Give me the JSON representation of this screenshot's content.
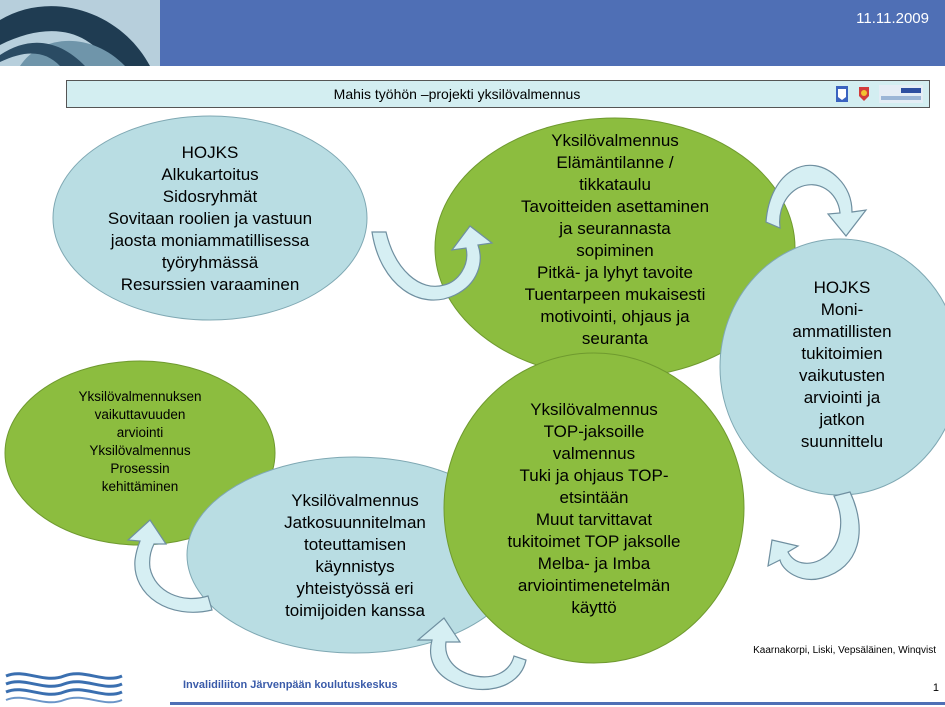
{
  "header": {
    "date": "11.11.2009"
  },
  "title_bar": {
    "title": "Mahis työhön –projekti yksilövalmennus"
  },
  "bubbles": {
    "hojks1": {
      "lines": [
        "HOJKS",
        "Alkukartoitus",
        "Sidosryhmät",
        "Sovitaan roolien ja vastuun",
        "jaosta moniammatillisessa",
        "työryhmässä",
        "Resurssien varaaminen"
      ]
    },
    "yksilo1": {
      "lines": [
        "Yksilövalmennus",
        "Elämäntilanne /",
        "tikkataulu",
        "Tavoitteiden asettaminen",
        "ja seurannasta",
        "sopiminen",
        "Pitkä- ja lyhyt tavoite",
        "Tuentarpeen mukaisesti",
        "motivointi, ohjaus ja",
        "seuranta"
      ]
    },
    "hojks2": {
      "lines": [
        "HOJKS",
        "Moni-",
        "ammatillisten",
        "tukitoimien",
        "vaikutusten",
        "arviointi ja",
        "jatkon",
        "suunnittelu"
      ]
    },
    "top": {
      "lines": [
        "Yksilövalmennus",
        "TOP-jaksoille",
        "valmennus",
        "Tuki ja ohjaus TOP-",
        "etsintään",
        "Muut tarvittavat",
        "tukitoimet TOP jaksolle",
        "Melba- ja Imba",
        "arviointimenetelmän",
        "käyttö"
      ]
    },
    "jatko": {
      "lines": [
        "Yksilövalmennus",
        "Jatkosuunnitelman",
        "toteuttamisen",
        "käynnistys",
        "yhteistyössä eri",
        "toimijoiden kanssa"
      ]
    },
    "arviointi": {
      "lines": [
        "Yksilövalmennuksen",
        "vaikuttavuuden",
        "arviointi",
        "Yksilövalmennus",
        "Prosessin",
        "kehittäminen"
      ]
    }
  },
  "credits": "Kaarnakorpi, Liski, Vepsäläinen, Winqvist",
  "footer": {
    "organization": "Invalidiliiton Järvenpään koulutuskeskus",
    "page": "1"
  },
  "colors": {
    "header_blue": "#4f6fb5",
    "bubble_blue": "#b9dde3",
    "bubble_green": "#8cbd3f",
    "arrow_fill": "#d6eff3",
    "arrow_stroke": "#6f8fa0"
  }
}
